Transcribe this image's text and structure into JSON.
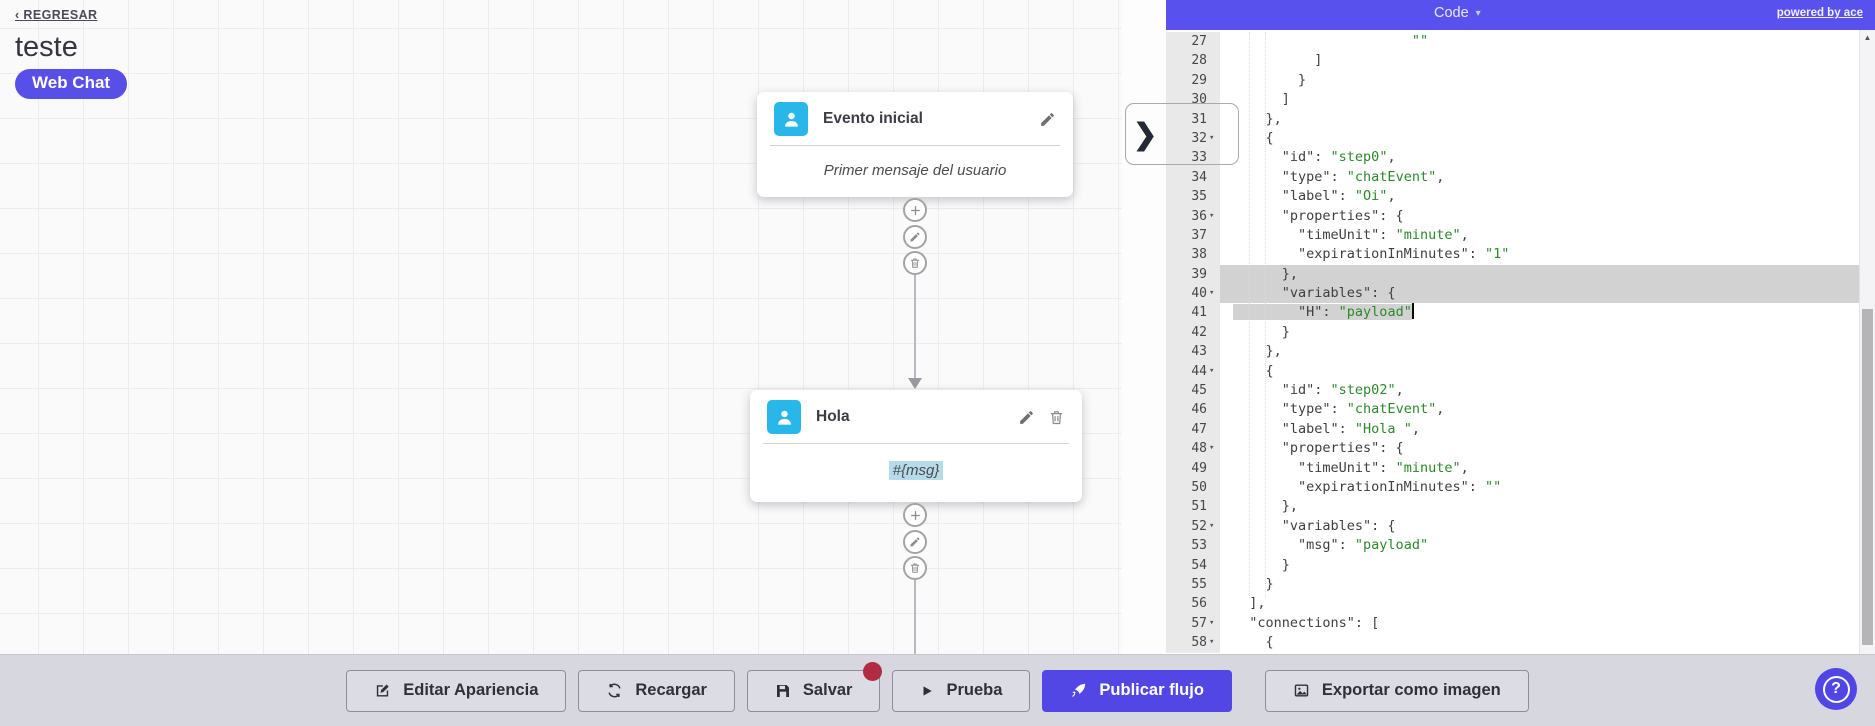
{
  "page": {
    "back_label": "‹ REGRESAR",
    "title": "teste",
    "channel_badge": "Web Chat"
  },
  "flow": {
    "nodes": [
      {
        "title": "Evento inicial",
        "body": "Primer mensaje del usuario",
        "icon": "user-icon",
        "actions": [
          "edit"
        ]
      },
      {
        "title": "Hola",
        "body": "#{msg}",
        "body_highlighted": true,
        "icon": "user-icon",
        "actions": [
          "edit",
          "delete"
        ]
      }
    ],
    "connector_actions": [
      "add-step-icon",
      "edit-step-icon",
      "delete-step-icon"
    ]
  },
  "code_panel": {
    "header": {
      "title": "Code",
      "caret": "▾",
      "powered_by": "powered by ace"
    },
    "collapse_chevron": "❯",
    "scroll_up_arrow": "▲",
    "lines": [
      {
        "n": "27",
        "parts": [
          [
            "t",
            "                      "
          ],
          [
            "v",
            "\"\""
          ]
        ]
      },
      {
        "n": "28",
        "parts": [
          [
            "t",
            "          ]"
          ]
        ]
      },
      {
        "n": "29",
        "parts": [
          [
            "t",
            "        }"
          ]
        ]
      },
      {
        "n": "30",
        "parts": [
          [
            "t",
            "      ]"
          ]
        ]
      },
      {
        "n": "31",
        "parts": [
          [
            "t",
            "    },"
          ]
        ]
      },
      {
        "n": "32",
        "fold": true,
        "parts": [
          [
            "t",
            "    {"
          ]
        ]
      },
      {
        "n": "33",
        "parts": [
          [
            "t",
            "      \"id\": "
          ],
          [
            "v",
            "\"step0\""
          ],
          [
            "t",
            ","
          ]
        ]
      },
      {
        "n": "34",
        "parts": [
          [
            "t",
            "      \"type\": "
          ],
          [
            "v",
            "\"chatEvent\""
          ],
          [
            "t",
            ","
          ]
        ]
      },
      {
        "n": "35",
        "parts": [
          [
            "t",
            "      \"label\": "
          ],
          [
            "v",
            "\"Oi\""
          ],
          [
            "t",
            ","
          ]
        ]
      },
      {
        "n": "36",
        "fold": true,
        "parts": [
          [
            "t",
            "      \"properties\": {"
          ]
        ]
      },
      {
        "n": "37",
        "parts": [
          [
            "t",
            "        \"timeUnit\": "
          ],
          [
            "v",
            "\"minute\""
          ],
          [
            "t",
            ","
          ]
        ]
      },
      {
        "n": "38",
        "parts": [
          [
            "t",
            "        \"expirationInMinutes\": "
          ],
          [
            "v",
            "\"1\""
          ]
        ]
      },
      {
        "n": "39",
        "sel": "full",
        "parts": [
          [
            "t",
            "      },"
          ]
        ]
      },
      {
        "n": "40",
        "fold": true,
        "sel": "full",
        "parts": [
          [
            "t",
            "      \"variables\": {"
          ]
        ]
      },
      {
        "n": "41",
        "sel": "cursor",
        "parts": [
          [
            "t",
            "        \"H\": "
          ],
          [
            "v",
            "\"payload\""
          ]
        ]
      },
      {
        "n": "42",
        "parts": [
          [
            "t",
            "      }"
          ]
        ]
      },
      {
        "n": "43",
        "parts": [
          [
            "t",
            "    },"
          ]
        ]
      },
      {
        "n": "44",
        "fold": true,
        "parts": [
          [
            "t",
            "    {"
          ]
        ]
      },
      {
        "n": "45",
        "parts": [
          [
            "t",
            "      \"id\": "
          ],
          [
            "v",
            "\"step02\""
          ],
          [
            "t",
            ","
          ]
        ]
      },
      {
        "n": "46",
        "parts": [
          [
            "t",
            "      \"type\": "
          ],
          [
            "v",
            "\"chatEvent\""
          ],
          [
            "t",
            ","
          ]
        ]
      },
      {
        "n": "47",
        "parts": [
          [
            "t",
            "      \"label\": "
          ],
          [
            "v",
            "\"Hola \""
          ],
          [
            "t",
            ","
          ]
        ]
      },
      {
        "n": "48",
        "fold": true,
        "parts": [
          [
            "t",
            "      \"properties\": {"
          ]
        ]
      },
      {
        "n": "49",
        "parts": [
          [
            "t",
            "        \"timeUnit\": "
          ],
          [
            "v",
            "\"minute\""
          ],
          [
            "t",
            ","
          ]
        ]
      },
      {
        "n": "50",
        "parts": [
          [
            "t",
            "        \"expirationInMinutes\": "
          ],
          [
            "v",
            "\"\""
          ]
        ]
      },
      {
        "n": "51",
        "parts": [
          [
            "t",
            "      },"
          ]
        ]
      },
      {
        "n": "52",
        "fold": true,
        "parts": [
          [
            "t",
            "      \"variables\": {"
          ]
        ]
      },
      {
        "n": "53",
        "parts": [
          [
            "t",
            "        \"msg\": "
          ],
          [
            "v",
            "\"payload\""
          ]
        ]
      },
      {
        "n": "54",
        "parts": [
          [
            "t",
            "      }"
          ]
        ]
      },
      {
        "n": "55",
        "parts": [
          [
            "t",
            "    }"
          ]
        ]
      },
      {
        "n": "56",
        "parts": [
          [
            "t",
            "  ],"
          ]
        ]
      },
      {
        "n": "57",
        "fold": true,
        "parts": [
          [
            "t",
            "  \"connections\": ["
          ]
        ]
      },
      {
        "n": "58",
        "fold": true,
        "parts": [
          [
            "t",
            "    {"
          ]
        ]
      }
    ]
  },
  "toolbar": {
    "buttons": [
      {
        "name": "edit-appearance-button",
        "label": "Editar Apariencia",
        "icon": "edit-appearance-icon",
        "variant": "default"
      },
      {
        "name": "reload-button",
        "label": "Recargar",
        "icon": "reload-icon",
        "variant": "default"
      },
      {
        "name": "save-button",
        "label": "Salvar",
        "icon": "save-icon",
        "variant": "default",
        "badge": true
      },
      {
        "name": "test-button",
        "label": "Prueba",
        "icon": "play-icon",
        "variant": "default"
      },
      {
        "name": "publish-flow-button",
        "label": "Publicar flujo",
        "icon": "publish-rocket-icon",
        "variant": "primary"
      },
      {
        "name": "export-image-button",
        "label": "Exportar como imagen",
        "icon": "export-image-icon",
        "variant": "default",
        "gap_before": true
      }
    ]
  },
  "help_label": "?",
  "colors": {
    "accent_indigo": "#5246e4",
    "header_indigo": "#5951ee",
    "badge_indigo": "#574fe8",
    "node_icon_cyan": "#29b7ea",
    "string_green": "#2d882b",
    "selection_gray": "#d2d2d2",
    "unsaved_badge_red": "#b12b42"
  }
}
